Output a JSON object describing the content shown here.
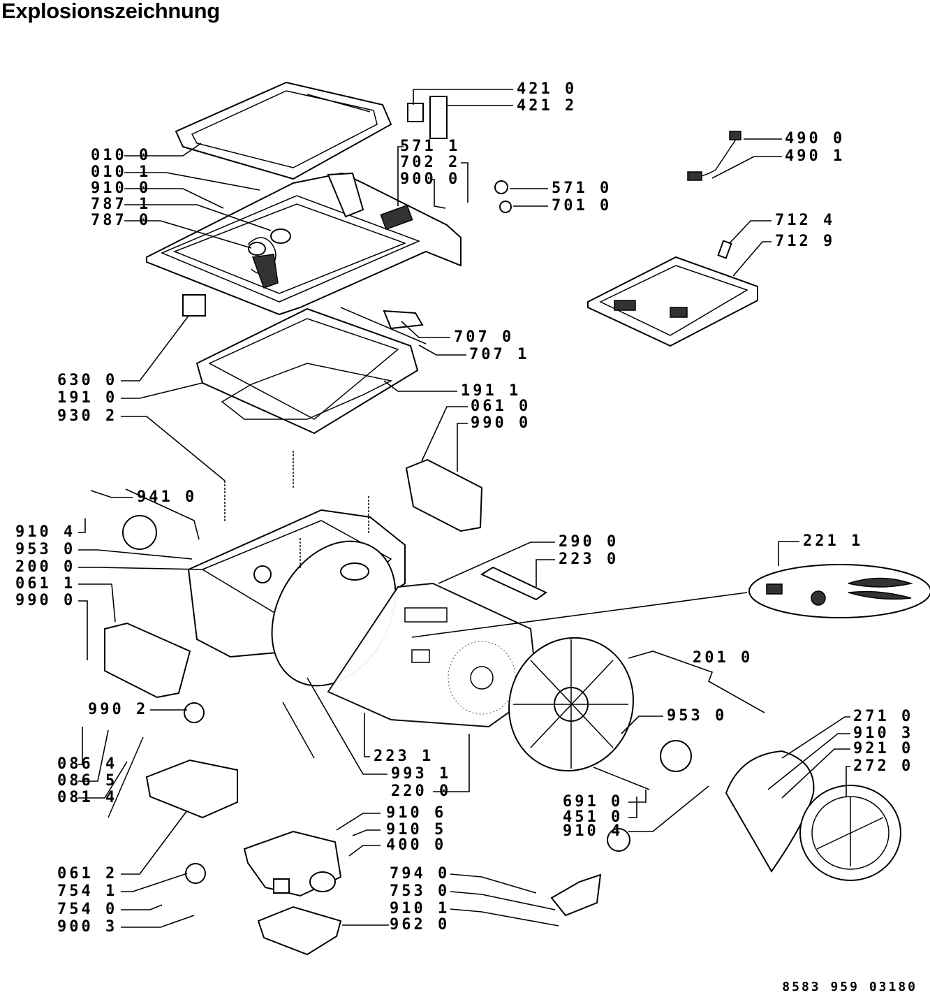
{
  "title": "Explosionszeichnung",
  "document_number": "8583 959 03180",
  "callouts": [
    {
      "id": "c-010-0",
      "text": "010 0"
    },
    {
      "id": "c-010-1",
      "text": "010 1"
    },
    {
      "id": "c-910-0",
      "text": "910 0"
    },
    {
      "id": "c-787-1",
      "text": "787 1"
    },
    {
      "id": "c-787-0",
      "text": "787 0"
    },
    {
      "id": "c-421-0",
      "text": "421 0"
    },
    {
      "id": "c-421-2",
      "text": "421 2"
    },
    {
      "id": "c-571-1",
      "text": "571 1"
    },
    {
      "id": "c-702-2",
      "text": "702 2"
    },
    {
      "id": "c-900-0",
      "text": "900 0"
    },
    {
      "id": "c-571-0",
      "text": "571 0"
    },
    {
      "id": "c-701-0",
      "text": "701 0"
    },
    {
      "id": "c-490-0",
      "text": "490 0"
    },
    {
      "id": "c-490-1",
      "text": "490 1"
    },
    {
      "id": "c-712-4",
      "text": "712 4"
    },
    {
      "id": "c-712-9",
      "text": "712 9"
    },
    {
      "id": "c-707-0",
      "text": "707 0"
    },
    {
      "id": "c-707-1",
      "text": "707 1"
    },
    {
      "id": "c-630-0",
      "text": "630 0"
    },
    {
      "id": "c-191-0",
      "text": "191 0"
    },
    {
      "id": "c-930-2",
      "text": "930 2"
    },
    {
      "id": "c-191-1",
      "text": "191 1"
    },
    {
      "id": "c-061-0",
      "text": "061 0"
    },
    {
      "id": "c-990-0a",
      "text": "990 0"
    },
    {
      "id": "c-941-0",
      "text": "941 0"
    },
    {
      "id": "c-910-4a",
      "text": "910 4"
    },
    {
      "id": "c-953-0a",
      "text": "953 0"
    },
    {
      "id": "c-200-0",
      "text": "200 0"
    },
    {
      "id": "c-061-1",
      "text": "061 1"
    },
    {
      "id": "c-990-0b",
      "text": "990 0"
    },
    {
      "id": "c-290-0",
      "text": "290 0"
    },
    {
      "id": "c-223-0",
      "text": "223 0"
    },
    {
      "id": "c-221-1",
      "text": "221 1"
    },
    {
      "id": "c-201-0",
      "text": "201 0"
    },
    {
      "id": "c-953-0b",
      "text": "953 0"
    },
    {
      "id": "c-271-0",
      "text": "271 0"
    },
    {
      "id": "c-910-3",
      "text": "910 3"
    },
    {
      "id": "c-921-0",
      "text": "921 0"
    },
    {
      "id": "c-272-0",
      "text": "272 0"
    },
    {
      "id": "c-990-2",
      "text": "990 2"
    },
    {
      "id": "c-086-4",
      "text": "086 4"
    },
    {
      "id": "c-086-5",
      "text": "086 5"
    },
    {
      "id": "c-081-4",
      "text": "081 4"
    },
    {
      "id": "c-223-1",
      "text": "223 1"
    },
    {
      "id": "c-993-1",
      "text": "993 1"
    },
    {
      "id": "c-220-0",
      "text": "220 0"
    },
    {
      "id": "c-691-0",
      "text": "691 0"
    },
    {
      "id": "c-451-0",
      "text": "451 0"
    },
    {
      "id": "c-910-4b",
      "text": "910 4"
    },
    {
      "id": "c-910-6",
      "text": "910 6"
    },
    {
      "id": "c-910-5",
      "text": "910 5"
    },
    {
      "id": "c-400-0",
      "text": "400 0"
    },
    {
      "id": "c-061-2",
      "text": "061 2"
    },
    {
      "id": "c-754-1",
      "text": "754 1"
    },
    {
      "id": "c-754-0",
      "text": "754 0"
    },
    {
      "id": "c-900-3",
      "text": "900 3"
    },
    {
      "id": "c-794-0",
      "text": "794 0"
    },
    {
      "id": "c-753-0",
      "text": "753 0"
    },
    {
      "id": "c-910-1",
      "text": "910 1"
    },
    {
      "id": "c-962-0",
      "text": "962 0"
    }
  ]
}
